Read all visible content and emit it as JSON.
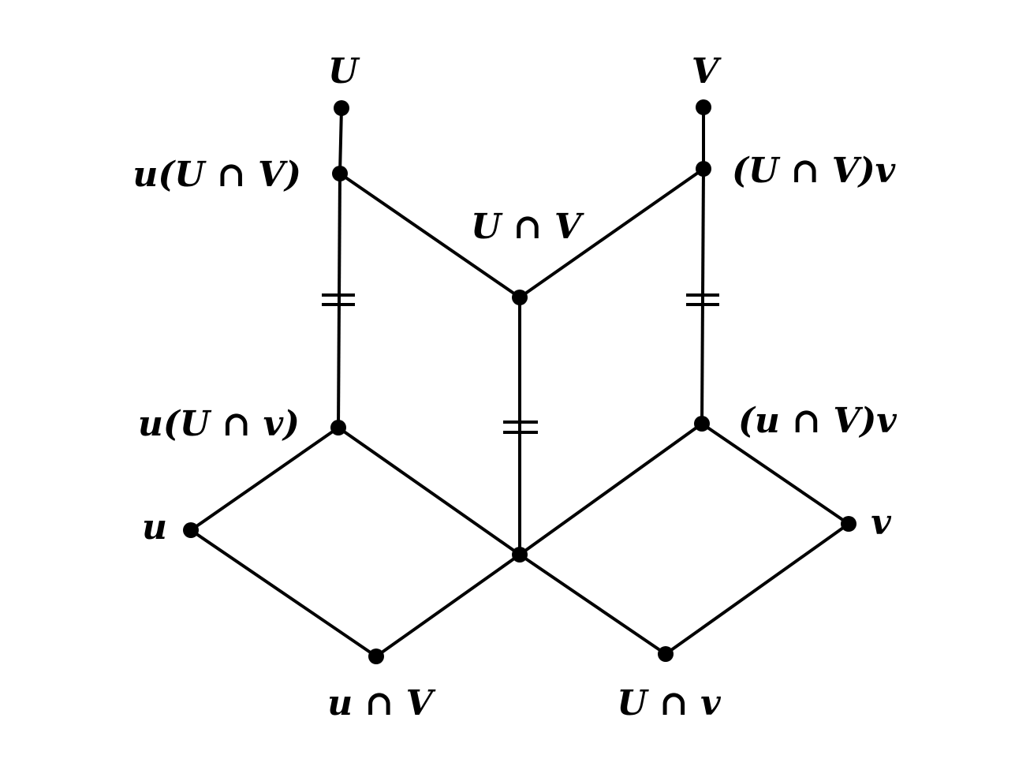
{
  "diagram": {
    "labels": {
      "U": "U",
      "V": "V",
      "u_UcapV": "u(U ∩ V)",
      "UcapV_v": "(U ∩ V)v",
      "UcapV": "U ∩ V",
      "u_Ucapv": "u(U ∩ v)",
      "ucapV_v": "(u ∩ V)v",
      "u": "u",
      "v": "v",
      "ucapV": "u ∩ V",
      "Ucapv": "U ∩ v"
    },
    "colors": {
      "ink": "#000000",
      "background": "#ffffff"
    }
  }
}
